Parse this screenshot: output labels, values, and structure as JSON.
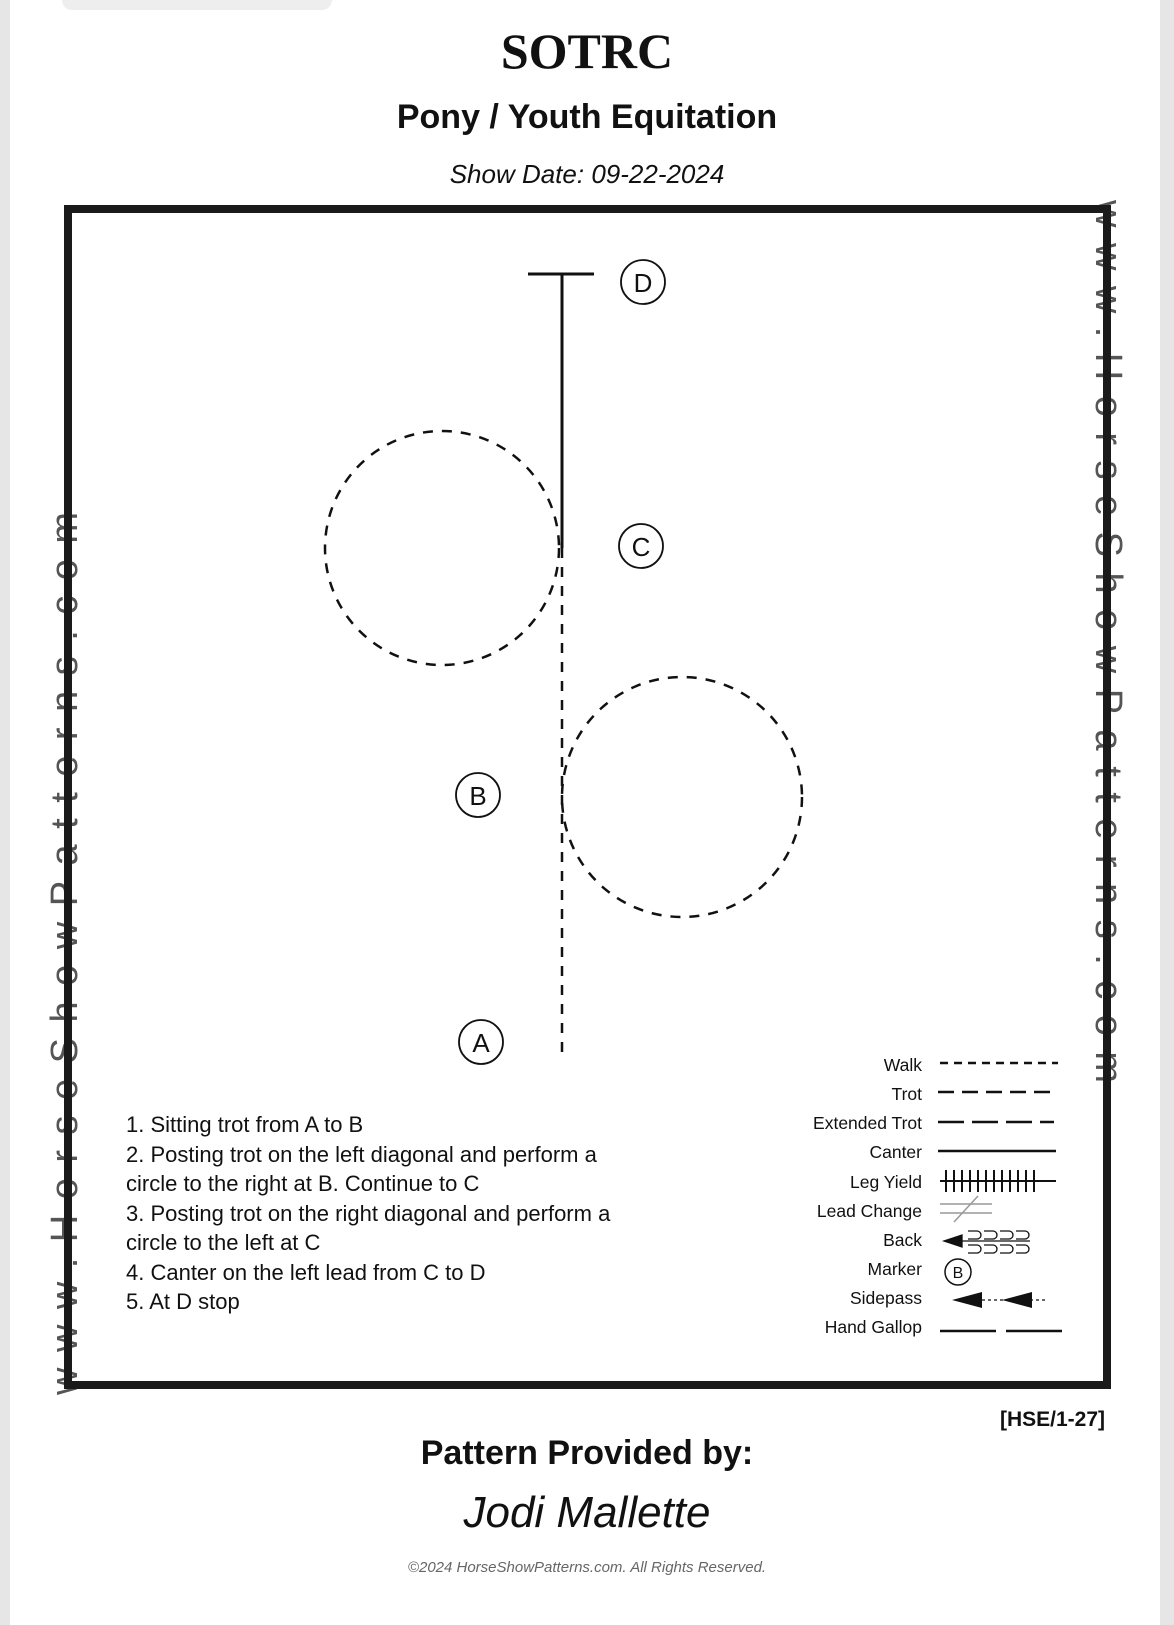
{
  "header": {
    "title": "SOTRC",
    "subtitle": "Pony / Youth Equitation",
    "show_date": "Show Date: 09-22-2024"
  },
  "watermark": {
    "left": "www.HorseShowPatterns.com",
    "right": "www.HorseShowPatterns.com"
  },
  "markers": {
    "a": "A",
    "b": "B",
    "c": "C",
    "d": "D"
  },
  "instructions": [
    "1. Sitting trot from A to B",
    "2. Posting trot on the left diagonal and perform a",
    "circle to the right at B. Continue to C",
    "3. Posting trot on the right diagonal and perform a",
    "circle to the left at C",
    "4. Canter on the left lead from C to D",
    "5. At D stop"
  ],
  "legend": {
    "walk": "Walk",
    "trot": "Trot",
    "extended_trot": "Extended Trot",
    "canter": "Canter",
    "leg_yield": "Leg Yield",
    "lead_change": "Lead Change",
    "back": "Back",
    "marker": "Marker",
    "marker_symbol": "B",
    "sidepass": "Sidepass",
    "hand_gallop": "Hand Gallop"
  },
  "code": "[HSE/1-27]",
  "footer": {
    "provided_by": "Pattern Provided by:",
    "author": "Jodi Mallette",
    "copyright": "©2024 HorseShowPatterns.com. All Rights Reserved."
  },
  "colors": {
    "ink": "#111111",
    "border": "#1a1a1a",
    "watermark": "#555555",
    "background": "#ffffff"
  }
}
